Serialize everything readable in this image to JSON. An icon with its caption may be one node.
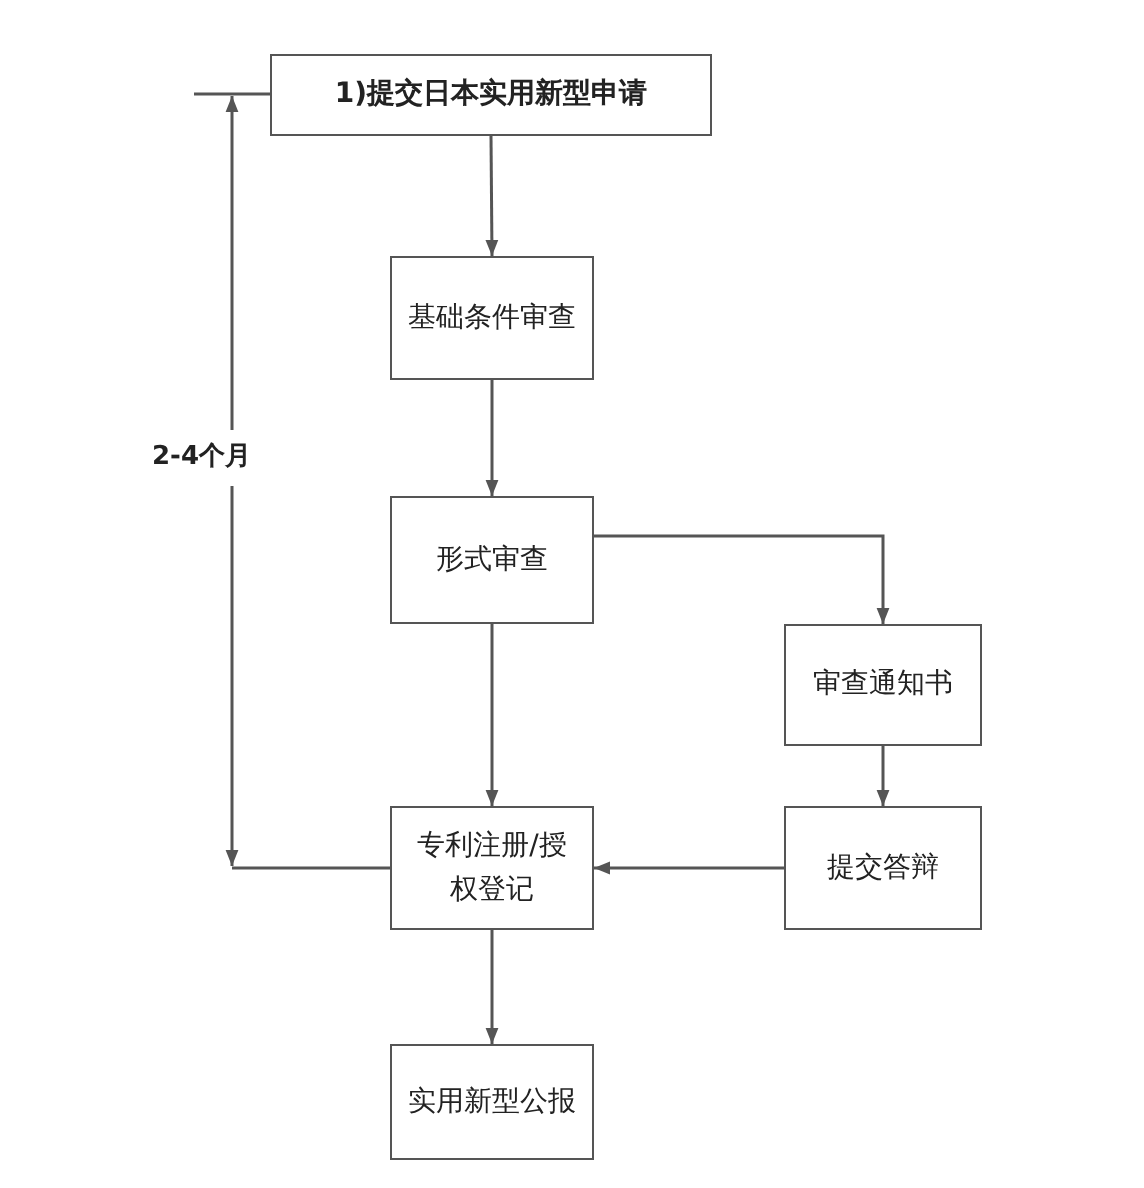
{
  "diagram": {
    "nodes": [
      {
        "text": [
          "1)提交日本实用新型申请"
        ]
      },
      {
        "text": [
          "基础条件审查"
        ]
      },
      {
        "text": [
          "形式审查"
        ]
      },
      {
        "text": [
          "审查通知书"
        ]
      },
      {
        "text": [
          "专利注册/授权登记"
        ]
      },
      {
        "text": [
          "提交答辩"
        ]
      },
      {
        "text": [
          "实用新型公报"
        ]
      }
    ],
    "edges": [
      {
        "from": 0,
        "to": 1,
        "arrow": "to"
      },
      {
        "from": 1,
        "to": 2,
        "arrow": "to"
      },
      {
        "from": 2,
        "to": 4,
        "arrow": "to"
      },
      {
        "from": 2,
        "to": 3,
        "arrow": "to"
      },
      {
        "from": 3,
        "to": 5,
        "arrow": "to"
      },
      {
        "from": 5,
        "to": 4,
        "arrow": "to"
      },
      {
        "from": 4,
        "to": 6,
        "arrow": "to"
      }
    ],
    "labels": [
      "2-4个月"
    ]
  }
}
